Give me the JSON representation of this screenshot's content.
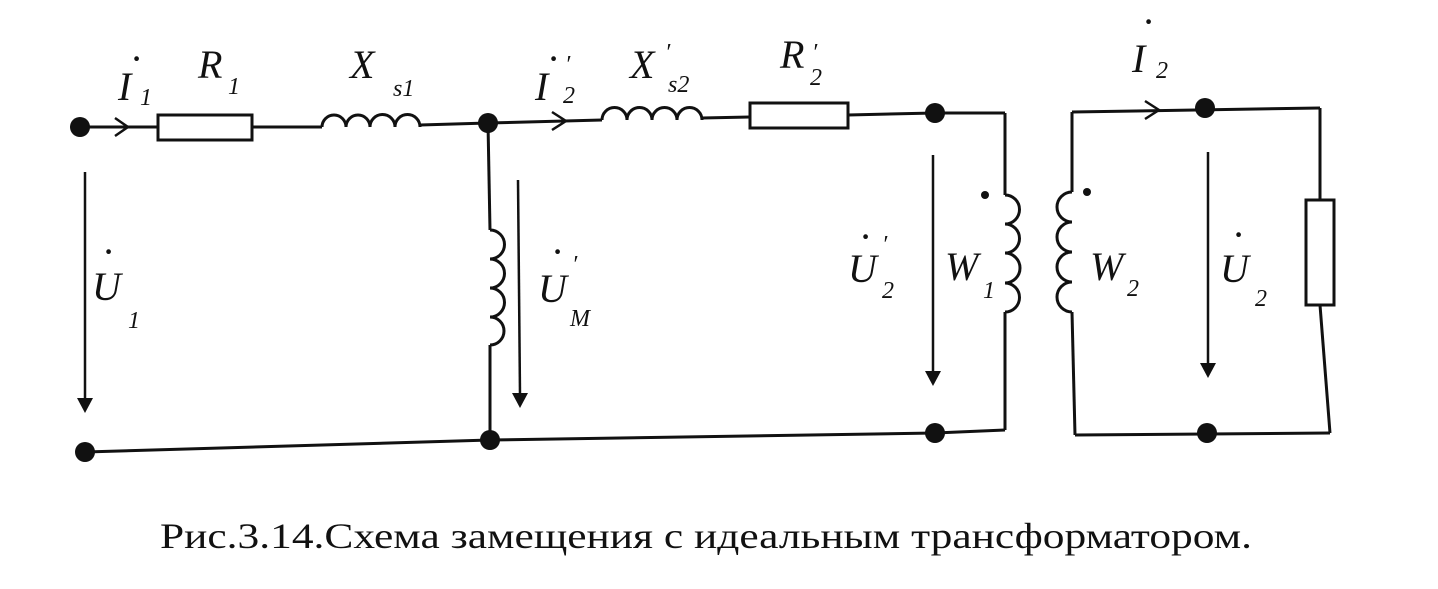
{
  "caption": "Рис.3.14.Схема замещения с идеальным трансформатором.",
  "labels": {
    "I1": {
      "sym": "I",
      "sub": "1"
    },
    "R1": {
      "sym": "R",
      "sub": "1"
    },
    "Xs1": {
      "sym": "X",
      "sub": "s1"
    },
    "I2p": {
      "sym": "I",
      "sub": "2"
    },
    "Xs2p": {
      "sym": "X",
      "sub": "s2"
    },
    "R2p": {
      "sym": "R",
      "sub": "2"
    },
    "I2": {
      "sym": "I",
      "sub": "2"
    },
    "U1": {
      "sym": "U",
      "sub": "1"
    },
    "UMp": {
      "sym": "U",
      "sub": "M"
    },
    "U2p": {
      "sym": "U",
      "sub": "2"
    },
    "W1": {
      "sym": "W",
      "sub": "1"
    },
    "W2": {
      "sym": "W",
      "sub": "2"
    },
    "U2": {
      "sym": "U",
      "sub": "2"
    }
  },
  "prime": "′",
  "dot": "·"
}
